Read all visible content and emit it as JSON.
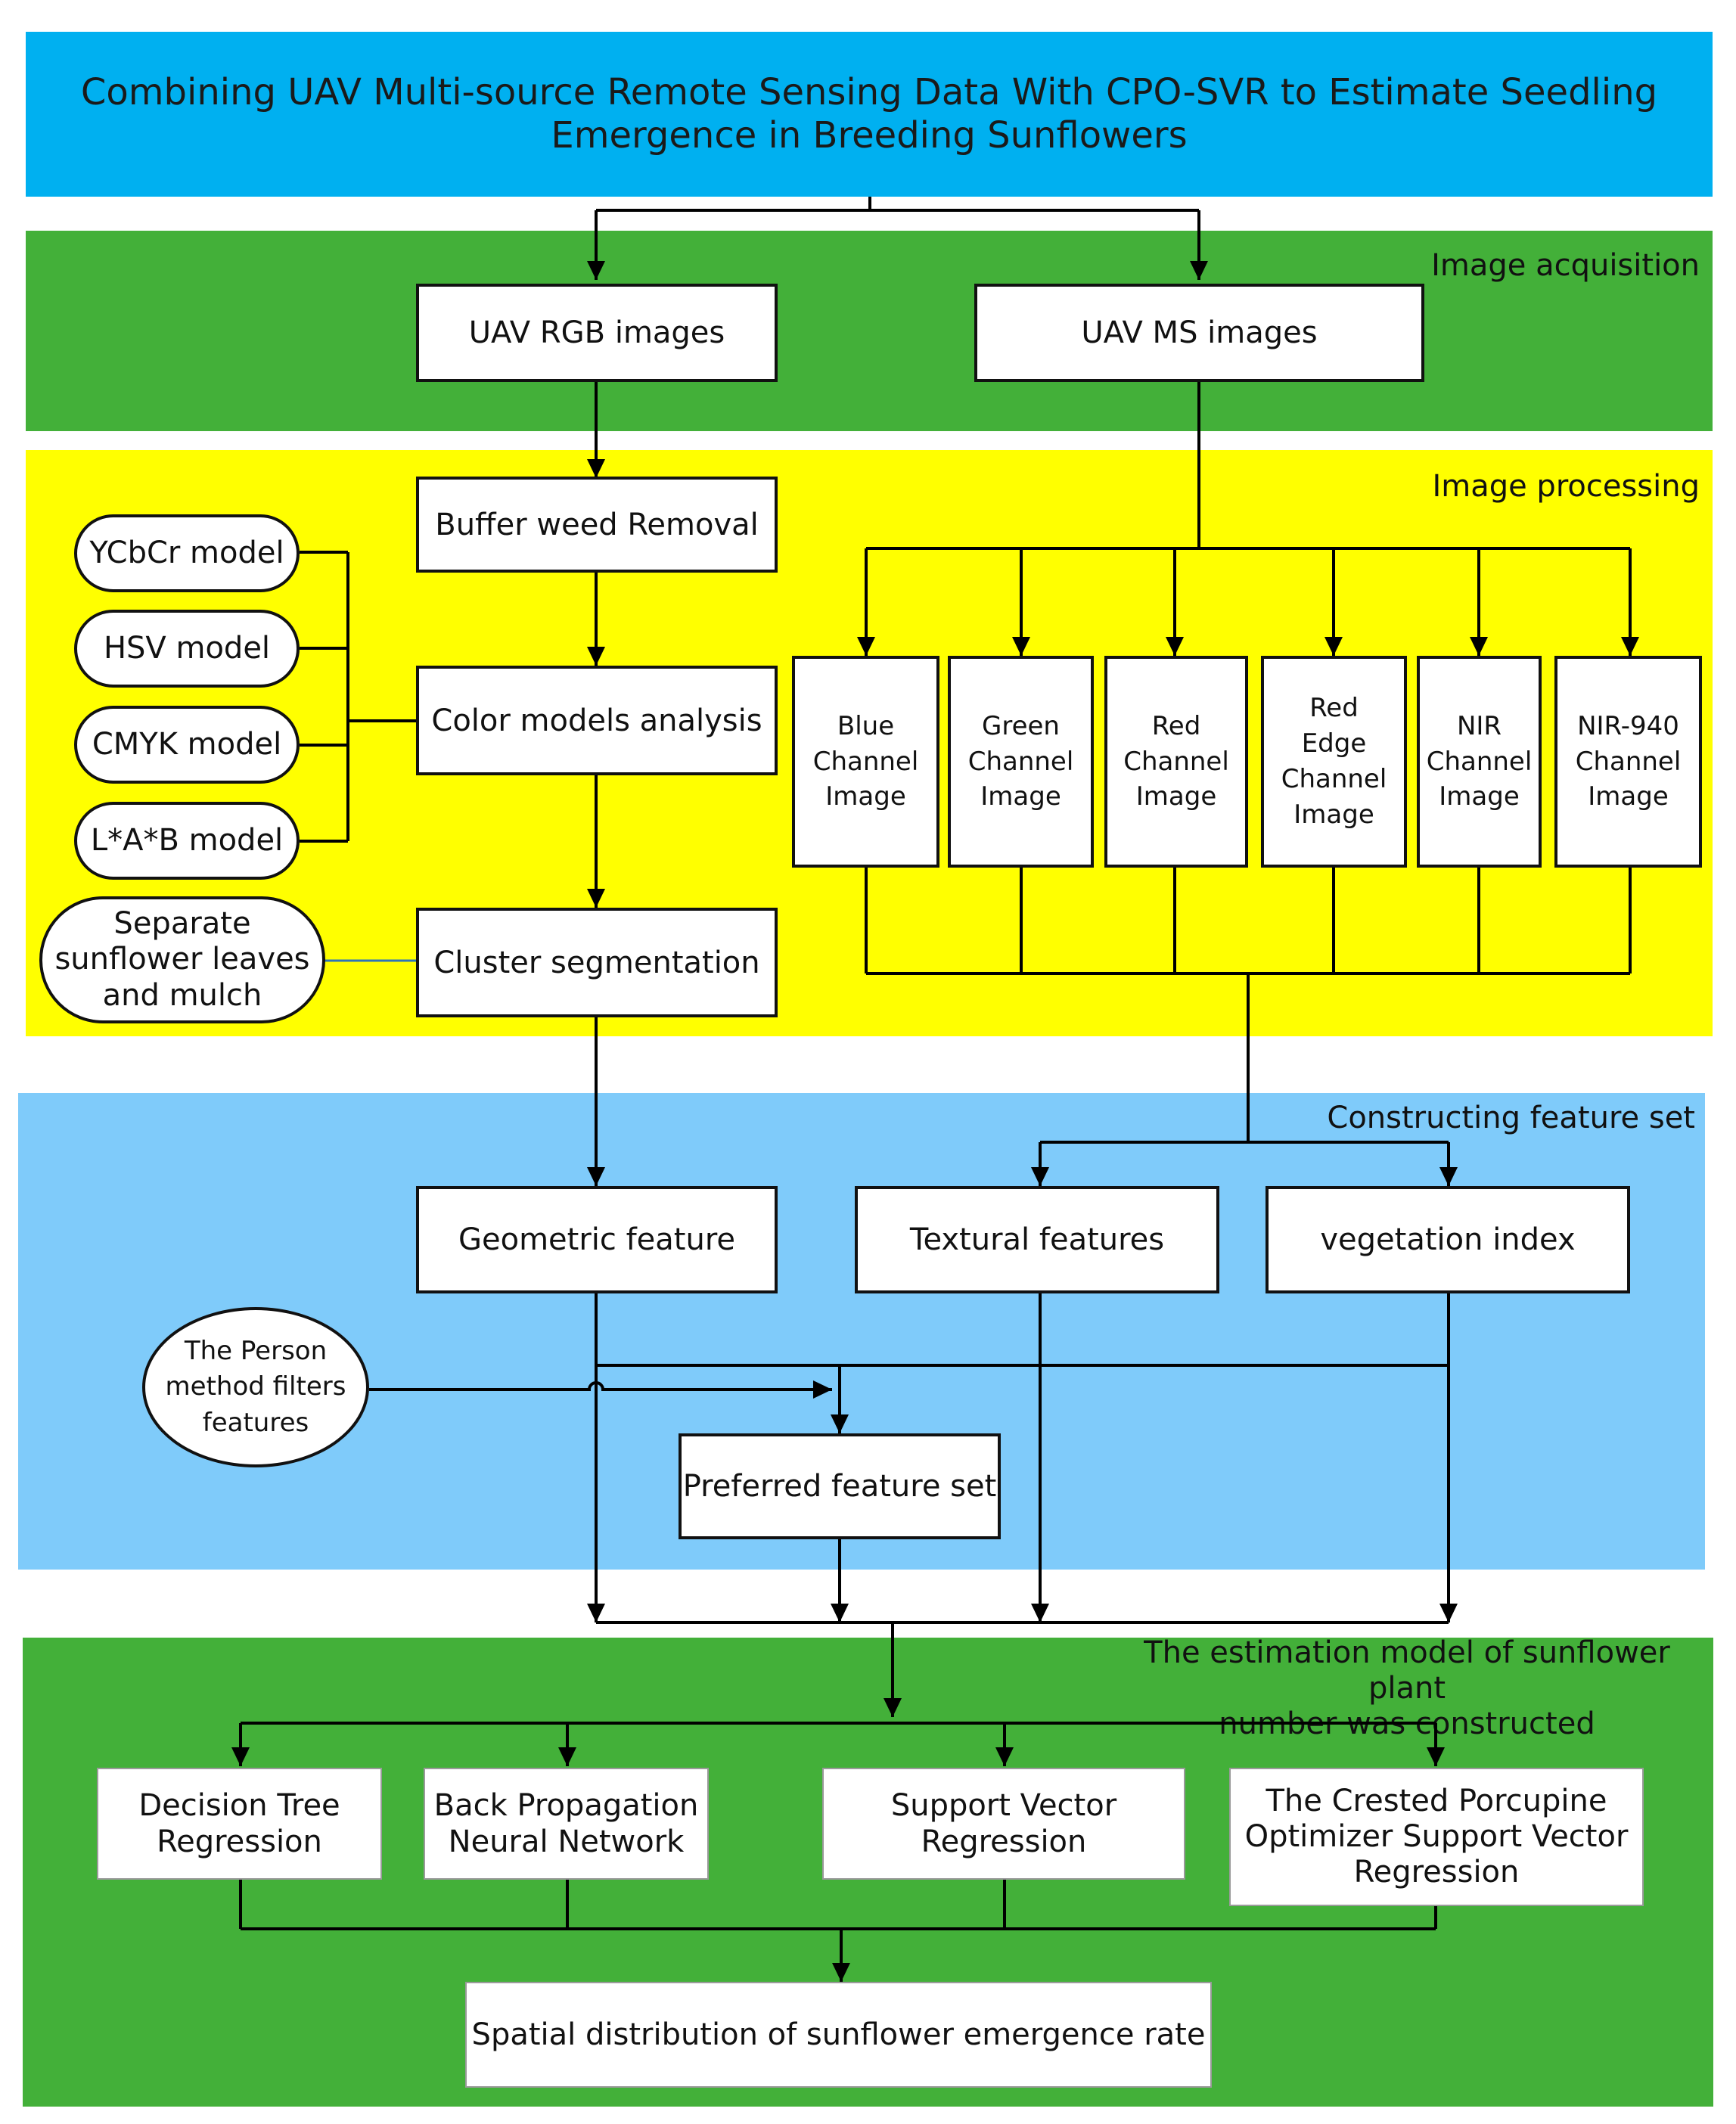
{
  "title": "Combining UAV Multi-source Remote Sensing Data With CPO-SVR to Estimate Seedling\nEmergence in Breeding Sunflowers",
  "colors": {
    "title_bg": "#00b0f0",
    "green_band": "#43b039",
    "yellow_band": "#ffff00",
    "blue_band": "#7fcbfa",
    "connector": "#000000",
    "blue_connector": "#2e75b6"
  },
  "sections": {
    "acquisition": "Image acquisition",
    "processing": "Image processing",
    "features": "Constructing feature set",
    "model": "The estimation model of sunflower plant\nnumber was constructed"
  },
  "acquisition": {
    "rgb": "UAV RGB images",
    "ms": "UAV MS images"
  },
  "processing": {
    "weed": "Buffer weed Removal",
    "color": "Color models analysis",
    "cluster": "Cluster segmentation",
    "color_models": [
      "YCbCr model",
      "HSV model",
      "CMYK model",
      "L*A*B model"
    ],
    "separate": "Separate\nsunflower leaves\nand mulch",
    "channels": [
      "Blue\nChannel\nImage",
      "Green\nChannel\nImage",
      "Red\nChannel\nImage",
      "Red\nEdge\nChannel\nImage",
      "NIR\nChannel\nImage",
      "NIR-940\nChannel\nImage"
    ]
  },
  "features": {
    "geometric": "Geometric feature",
    "textural": "Textural features",
    "vegetation": "vegetation index",
    "person": "The Person\nmethod filters\nfeatures",
    "preferred": "Preferred feature set"
  },
  "models": [
    "Decision Tree\nRegression",
    "Back Propagation\nNeural Network",
    "Support Vector\nRegression",
    "The Crested Porcupine\nOptimizer Support Vector\nRegression"
  ],
  "output": "Spatial distribution of sunflower emergence rate"
}
